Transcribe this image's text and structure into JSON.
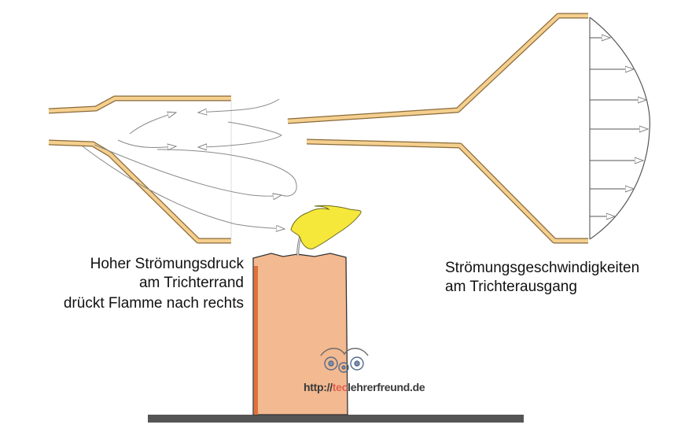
{
  "labels": {
    "left_line1": "Hoher Strömungsdruck",
    "left_line2": "am Trichterrand",
    "left_line3": "drückt Flamme nach rechts",
    "right_line1": "Strömungsgeschwindigkeiten",
    "right_line2": "am Trichterausgang"
  },
  "watermark": {
    "prefix": "http://",
    "accent": "tec",
    "suffix": "lehrerfreund.de"
  },
  "colors": {
    "funnel_wall": "#f4cf8e",
    "funnel_outline": "#8a6a3a",
    "candle_body": "#f3b990",
    "candle_stripe": "#e0703a",
    "flame": "#f5e83a",
    "table": "#555555",
    "flow_lines": "#8a8a8a"
  }
}
